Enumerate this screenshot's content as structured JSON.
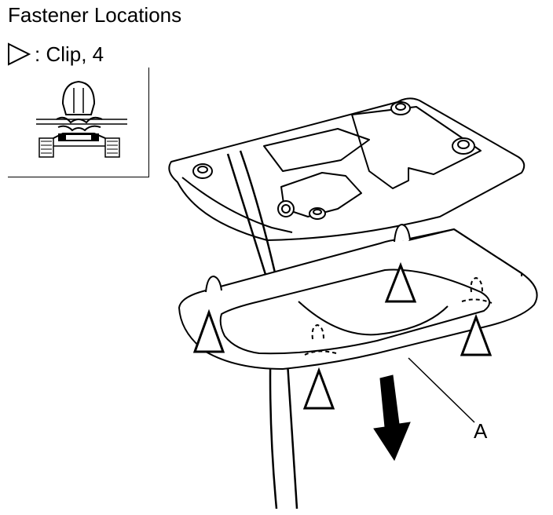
{
  "header": {
    "title": "Fastener Locations"
  },
  "legend": {
    "symbol": "outlined-triangle-right-icon",
    "label": ": Clip, 4"
  },
  "diagram": {
    "callout_label": "A",
    "clip_marker_count": 4,
    "stroke_color": "#000000",
    "fill_color": "#ffffff"
  }
}
